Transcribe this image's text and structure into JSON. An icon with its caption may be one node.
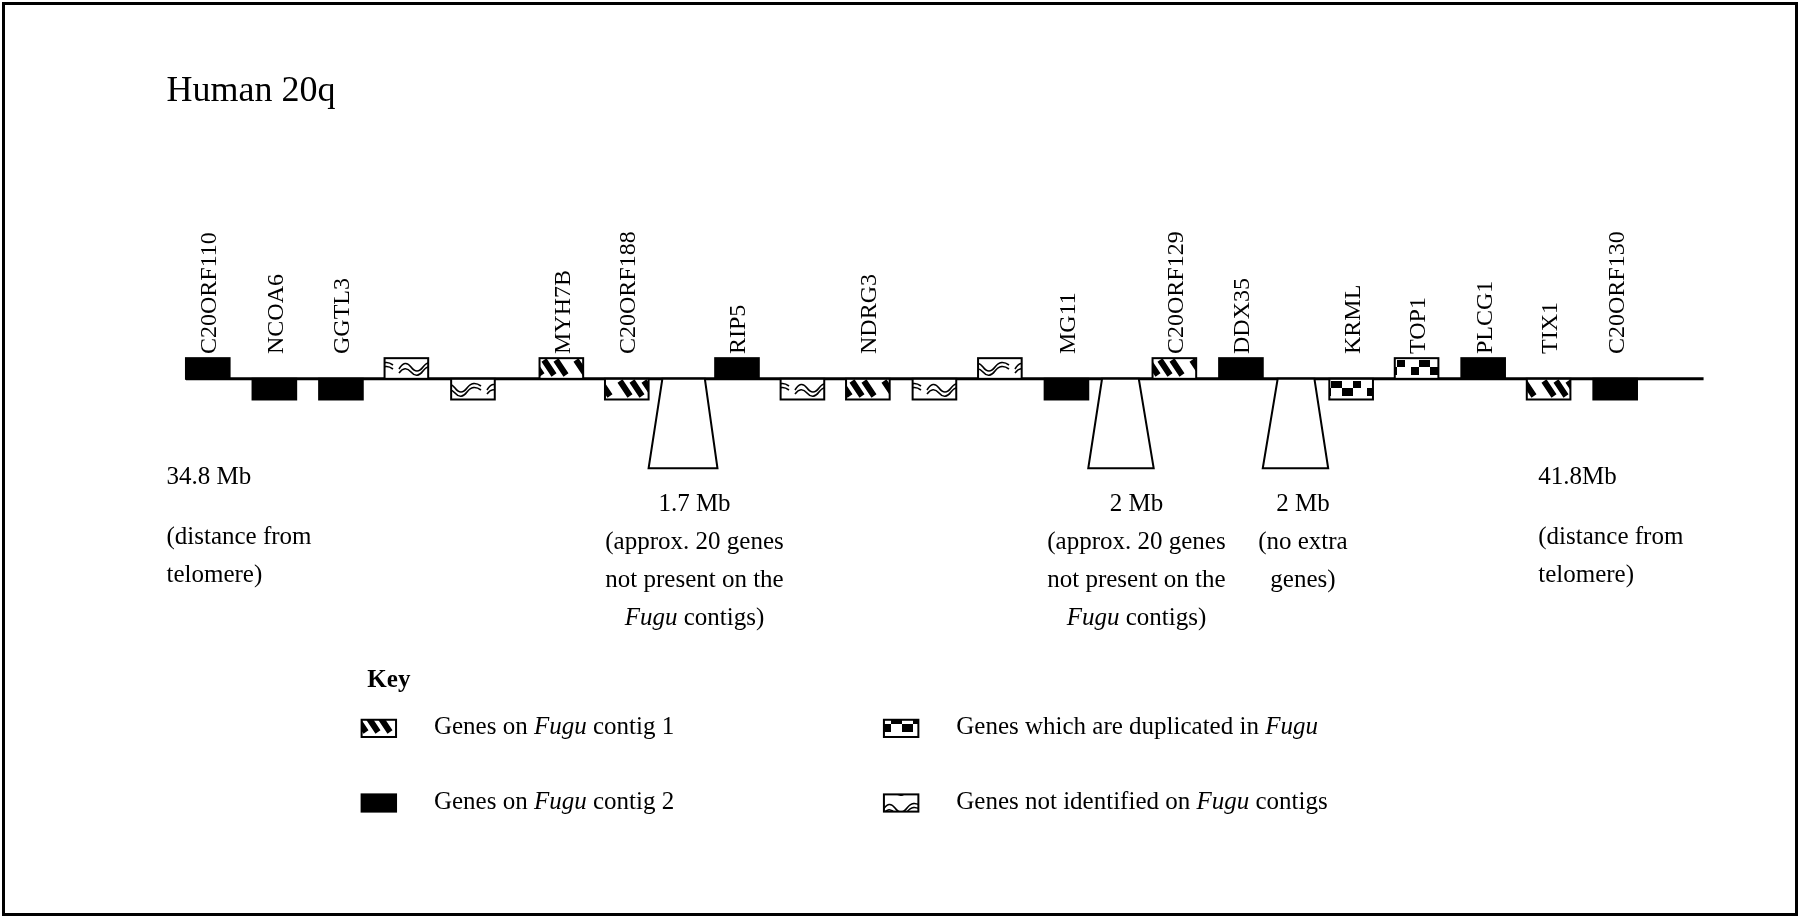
{
  "diagram": {
    "title": "Human 20q",
    "labels": [
      "C20ORF110",
      "NCOA6",
      "GGTL3",
      "MYH7B",
      "C20ORF188",
      "RIP5",
      "NDRG3",
      "MG11",
      "C20ORF129",
      "DDX35",
      "KRML",
      "TOP1",
      "PLCG1",
      "TIX1",
      "C20ORF130",
      "34.8 Mb",
      "(distance from telomere)",
      "1.7 Mb",
      "(approx. 20 genes not present on the *Fugu* contigs)",
      "2 Mb",
      "(approx. 20 genes not present on the *Fugu* contigs)",
      "2 Mb",
      "(no extra genes)",
      "41.8Mb",
      "(distance from telomere)",
      "Key"
    ],
    "legend": [
      {
        "text": "Genes on *Fugu* contig 1"
      },
      {
        "text": "Genes which are duplicated in *Fugu*"
      },
      {
        "text": "Genes on *Fugu* contig 2"
      },
      {
        "text": "Genes not identified on *Fugu* contigs"
      }
    ]
  }
}
